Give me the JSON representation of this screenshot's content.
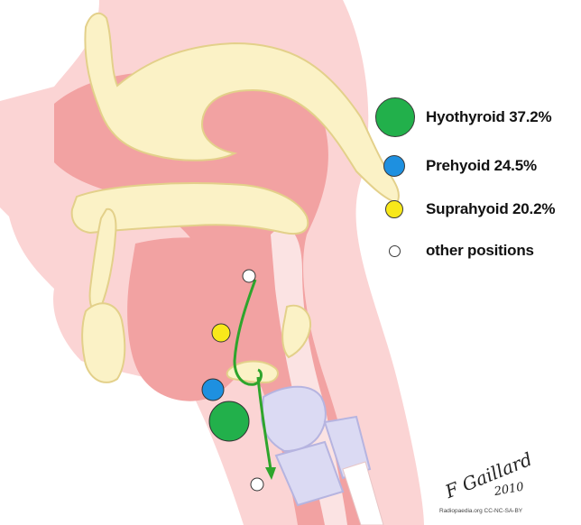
{
  "legend": {
    "items": [
      {
        "label": "Hyothyroid 37.2%",
        "color": "#22b04b",
        "value": 37.2
      },
      {
        "label": "Prehyoid 24.5%",
        "color": "#1e90e0",
        "value": 24.5
      },
      {
        "label": "Suprahyoid 20.2%",
        "color": "#f8e81a",
        "value": 20.2
      },
      {
        "label": "other positions",
        "color": "#ffffff"
      }
    ]
  },
  "signature": {
    "name": "F Gaillard",
    "year": "2010"
  },
  "credit": "Radiopaedia.org CC-NC-SA-BY",
  "colors": {
    "soft_tissue": "#f2a2a2",
    "skin": "#fbd4d4",
    "bone": "#fbf2c6",
    "bone_outline": "#e3d08a",
    "cartilage": "#dbdaf3",
    "arrow": "#2ea52c"
  }
}
